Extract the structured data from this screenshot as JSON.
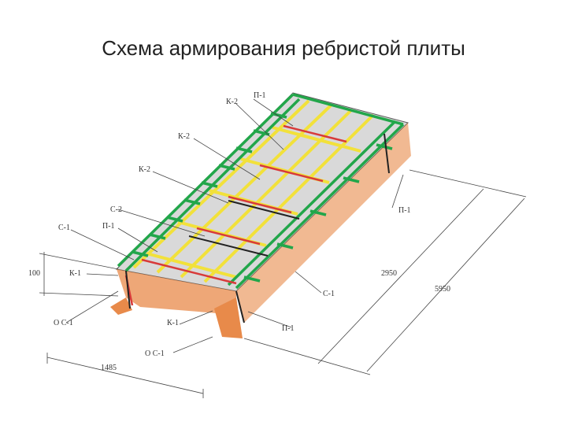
{
  "slide": {
    "title": "Схема армирования ребристой плиты"
  },
  "labels": {
    "k2_top": "К-2",
    "p1_top": "П-1",
    "k2_mid": "К-2",
    "k2_low": "К-2",
    "c2": "С-2",
    "c1_left": "С-1",
    "p1_left": "П-1",
    "k1_left": "К-1",
    "oc1_upper": "О С-1",
    "k1_bottom": "К-1",
    "oc1_lower": "О С-1",
    "p1_bottom": "П-1",
    "c1_right": "С-1",
    "p1_right": "П-1"
  },
  "dimensions": {
    "height": "100",
    "width": "1485",
    "half_length": "2950",
    "length": "5950"
  },
  "colors": {
    "slab_top": "#d9d9d9",
    "concrete": "#e88a4a",
    "mesh_green": "#22a64a",
    "mesh_yellow": "#f2e13a",
    "bar_red": "#d83a3a",
    "bar_dark": "#222222"
  }
}
